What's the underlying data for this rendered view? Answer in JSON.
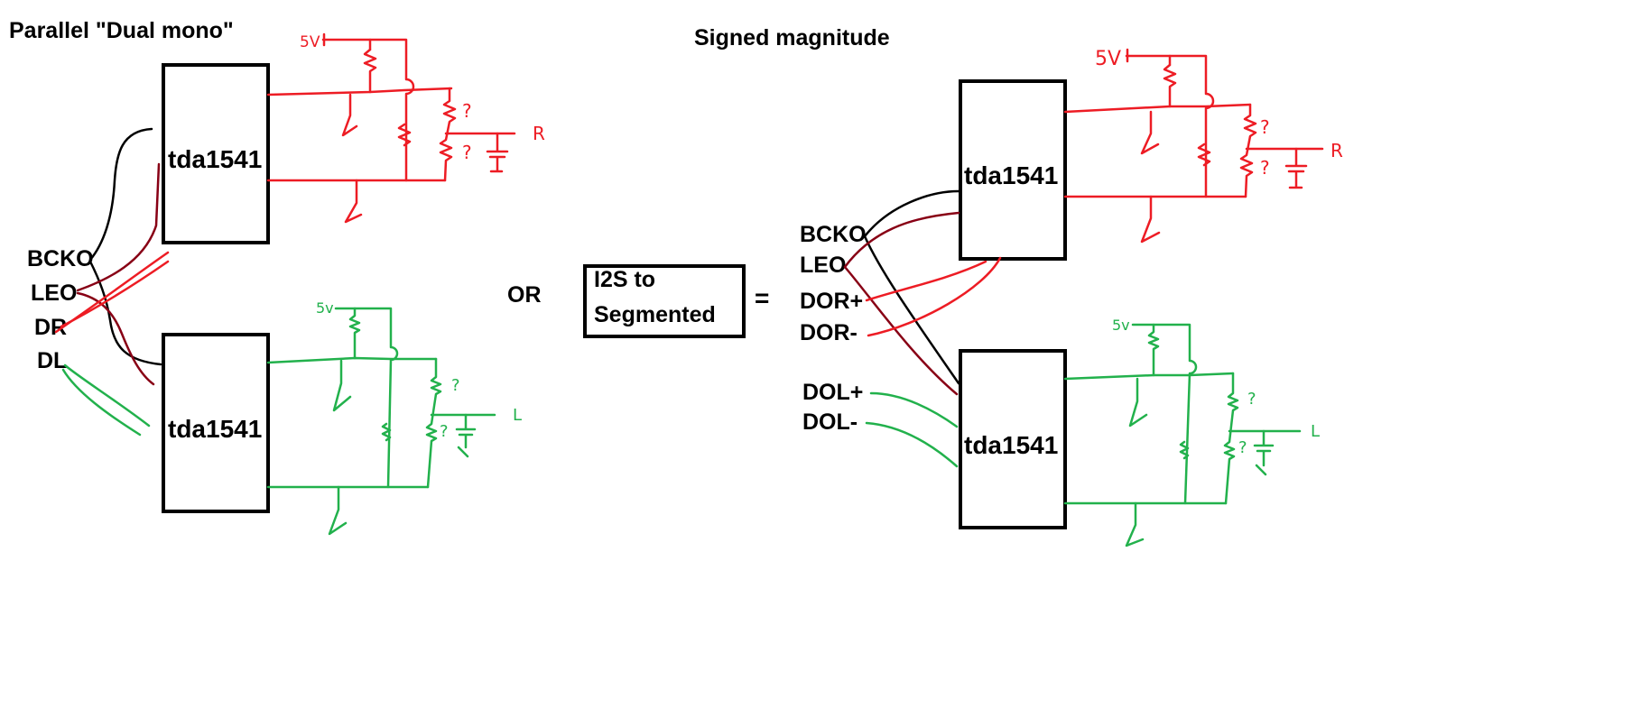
{
  "left": {
    "title": "Parallel \"Dual mono\"",
    "chip_top": "tda1541",
    "chip_bottom": "tda1541",
    "pins": [
      "BCKO",
      "LEO",
      "DR",
      "DL"
    ],
    "supply_top": "5V",
    "supply_bottom": "5v",
    "q1": "?",
    "q2": "?",
    "q3": "?",
    "q4": "?",
    "out_top": "R",
    "out_bottom": "L"
  },
  "middle": {
    "or_label": "OR",
    "converter_line1": "I2S to",
    "converter_line2": "Segmented",
    "equals": "="
  },
  "right": {
    "title": "Signed magnitude",
    "chip_top": "tda1541",
    "chip_bottom": "tda1541",
    "pins": [
      "BCKO",
      "LEO",
      "DOR+",
      "DOR-",
      "DOL+",
      "DOL-"
    ],
    "supply_top": "5V",
    "supply_bottom": "5v",
    "q1": "?",
    "q2": "?",
    "q3": "?",
    "q4": "?",
    "out_top": "R",
    "out_bottom": "L"
  },
  "colors": {
    "ink": "#000000",
    "red": "#ed1c24",
    "green": "#22b14c",
    "dark_red": "#880015"
  }
}
